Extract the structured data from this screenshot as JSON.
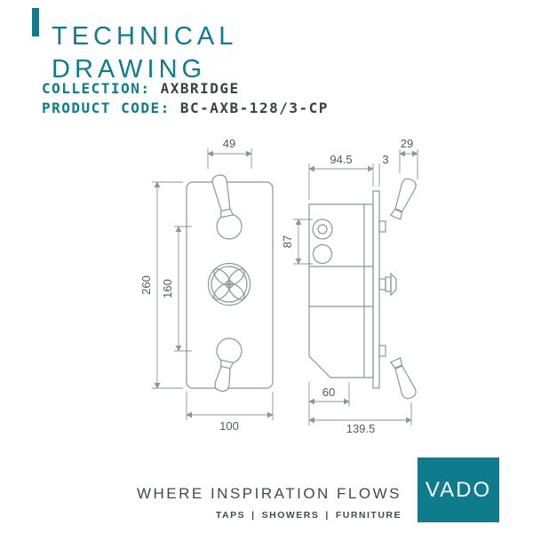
{
  "colors": {
    "accent_teal": "#0e7c8d",
    "drawing_lines": "#8e9498",
    "dimension_text": "#55595c",
    "footer_text": "#46494c",
    "logo_background": "#0e7c8d",
    "logo_text_color": "#ffffff"
  },
  "header": {
    "title_line1": "TECHNICAL",
    "title_line2": "DRAWING",
    "collection_label": "COLLECTION:",
    "collection_value": "AXBRIDGE",
    "product_code_label": "PRODUCT CODE:",
    "product_code_value": "BC-AXB-128/3-CP"
  },
  "drawing": {
    "front_view": {
      "dim_width_top": "49",
      "dim_height_total": "260",
      "dim_lever_centres": "160",
      "dim_width_plate": "100"
    },
    "side_view": {
      "dim_body_depth": "94.5",
      "dim_plate_thickness": "3",
      "dim_handle_width": "29",
      "dim_ports_span": "87",
      "dim_lower_depth": "60",
      "dim_total_depth": "139.5"
    }
  },
  "footer": {
    "tagline": "WHERE INSPIRATION FLOWS",
    "categories": [
      "TAPS",
      "SHOWERS",
      "FURNITURE"
    ],
    "separator": "|",
    "logo_text": "VADO"
  }
}
